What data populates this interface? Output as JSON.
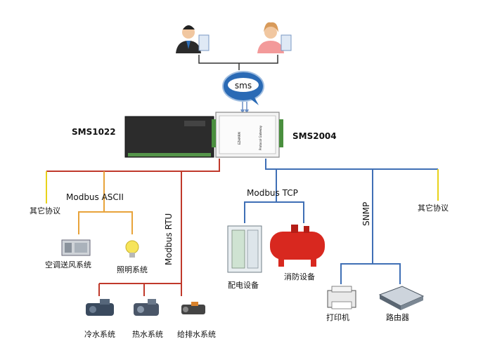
{
  "sms": {
    "label": "sms"
  },
  "devices": {
    "sms1022": "SMS1022",
    "sms2004": "SMS2004",
    "panel_brand": "EZHMRM",
    "panel_text": "Protocol Gateway"
  },
  "protocols": {
    "modbus_ascii": "Modbus ASCII",
    "modbus_rtu": "Modbus RTU",
    "modbus_tcp": "Modbus TCP",
    "snmp": "SNMP",
    "other_left": "其它协议",
    "other_right": "其它协议"
  },
  "systems": {
    "hvac": "空调送风系统",
    "lighting": "照明系统",
    "chiller": "冷水系统",
    "hot_water": "热水系统",
    "water_supply": "给排水系统",
    "power": "配电设备",
    "fire": "消防设备",
    "printer": "打印机",
    "router": "路由器"
  },
  "colors": {
    "red_bus": "#c0392b",
    "blue_bus": "#3f6fb5",
    "yellow": "#e8d21a",
    "orange": "#e8a33a",
    "sms_bubble": "#1e5fa8"
  }
}
